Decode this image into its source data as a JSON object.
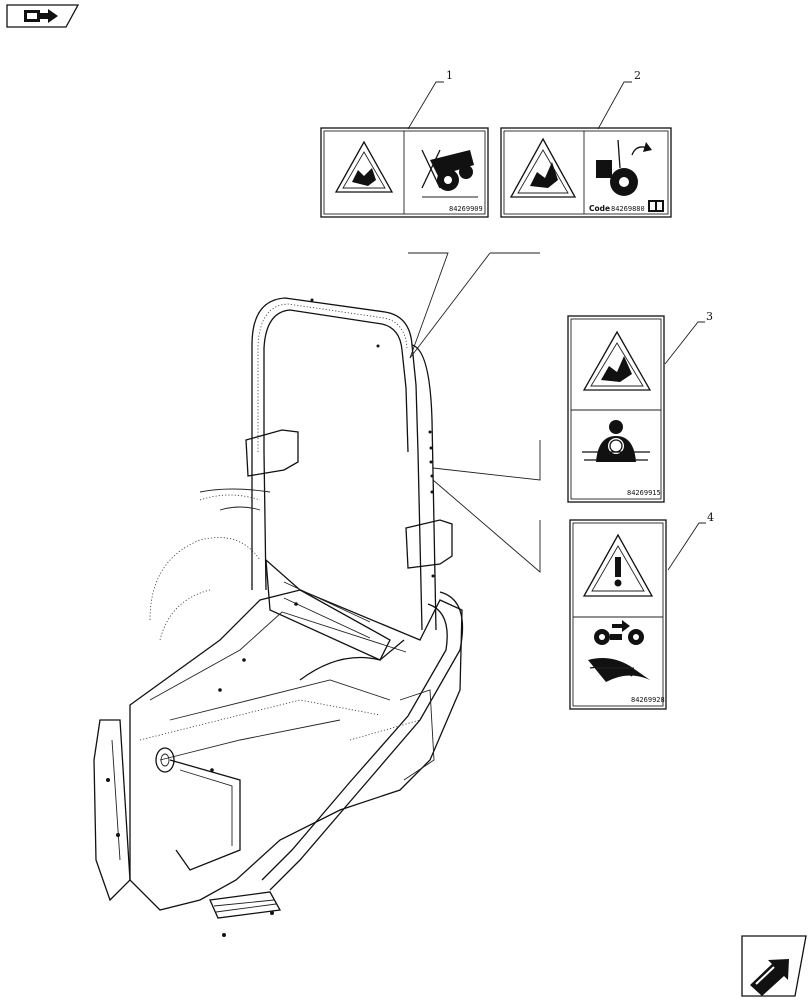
{
  "callouts": [
    "1",
    "2",
    "3",
    "4"
  ],
  "decals": {
    "decal_1": {
      "code": "84269909"
    },
    "decal_2": {
      "prefix": "Code",
      "code": "84269880"
    },
    "decal_3": {
      "code": "84269915"
    },
    "decal_4": {
      "code": "84269928"
    }
  },
  "icons": {
    "nav_top_left": "book-arrow-icon",
    "nav_bottom_right": "next-page-arrow-icon"
  }
}
